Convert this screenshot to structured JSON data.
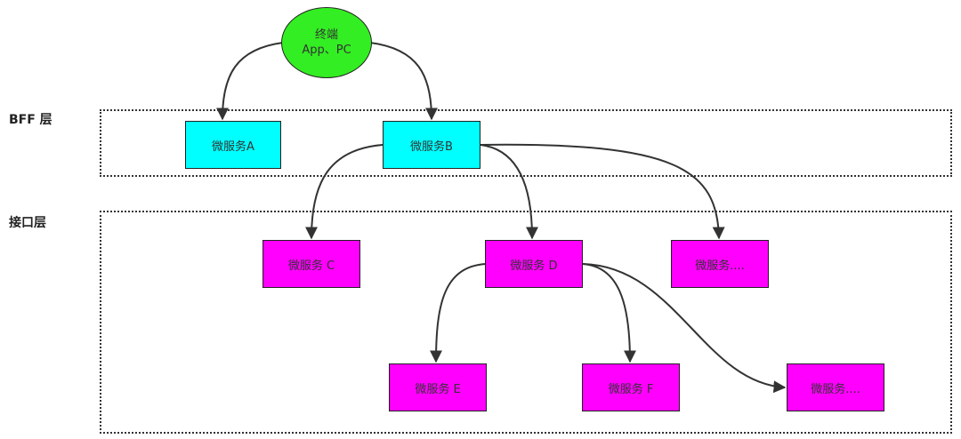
{
  "layers": {
    "bff_label": "BFF 层",
    "api_label": "接口层"
  },
  "client": {
    "line1": "终端",
    "line2": "App、PC"
  },
  "nodes": {
    "a": "微服务A",
    "b": "微服务B",
    "c": "微服务 C",
    "d": "微服务 D",
    "more1": "微服务....",
    "e": "微服务 E",
    "f": "微服务 F",
    "more2": "微服务...."
  },
  "colors": {
    "client_fill": "#33ee22",
    "bff_fill": "#00ffff",
    "api_fill": "#ff00ff",
    "edge": "#333333"
  }
}
